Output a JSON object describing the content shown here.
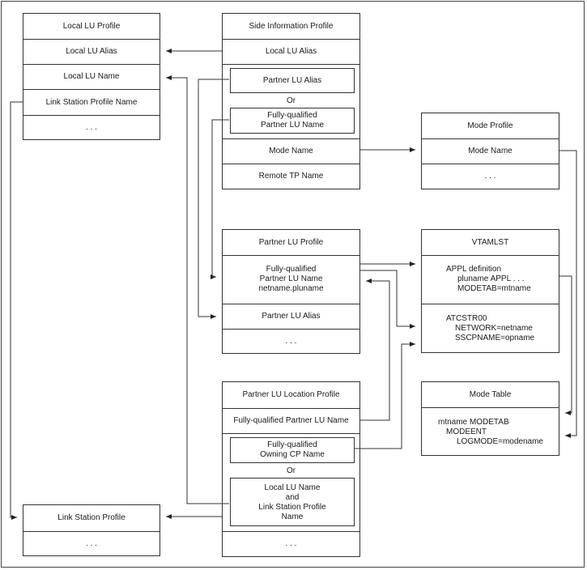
{
  "local_lu_profile": {
    "title": "Local LU Profile",
    "local_lu_alias": "Local LU Alias",
    "local_lu_name": "Local LU Name",
    "link_station_profile_name": "Link Station Profile Name",
    "more": ". . ."
  },
  "side_information_profile": {
    "title": "Side Information Profile",
    "local_lu_alias": "Local LU Alias",
    "partner_lu_alias": "Partner LU Alias",
    "or": "Or",
    "fq_line1": "Fully-qualified",
    "fq_line2": "Partner LU Name",
    "mode_name": "Mode Name",
    "remote_tp_name": "Remote TP Name"
  },
  "mode_profile": {
    "title": "Mode Profile",
    "mode_name": "Mode Name",
    "more": ". . ."
  },
  "partner_lu_profile": {
    "title": "Partner LU Profile",
    "fq_line1": "Fully-qualified",
    "fq_line2": "Partner LU Name",
    "fq_line3": "netname.pluname",
    "partner_lu_alias": "Partner LU Alias",
    "more": ". . ."
  },
  "vtamlst": {
    "title": "VTAMLST",
    "appl_line1": "APPL definition",
    "appl_line2": "pluname APPL . . .",
    "appl_line3": "MODETAB=mtname",
    "atc_line1": "ATCSTR00",
    "atc_line2": "NETWORK=netname",
    "atc_line3": "SSCPNAME=opname"
  },
  "mode_table": {
    "title": "Mode Table",
    "line1": "mtname MODETAB",
    "line2": "MODEENT",
    "line3": "LOGMODE=modename"
  },
  "partner_lu_location_profile": {
    "title": "Partner LU Location Profile",
    "fq_partner_lu_name": "Fully-qualified Partner LU Name",
    "owning_line1": "Fully-qualified",
    "owning_line2": "Owning CP Name",
    "or": "Or",
    "local_line1": "Local LU Name",
    "local_line2": "and",
    "local_line3": "Link Station Profile",
    "local_line4": "Name",
    "more": ". . ."
  },
  "link_station_profile": {
    "title": "Link Station Profile",
    "more": ". . ."
  }
}
